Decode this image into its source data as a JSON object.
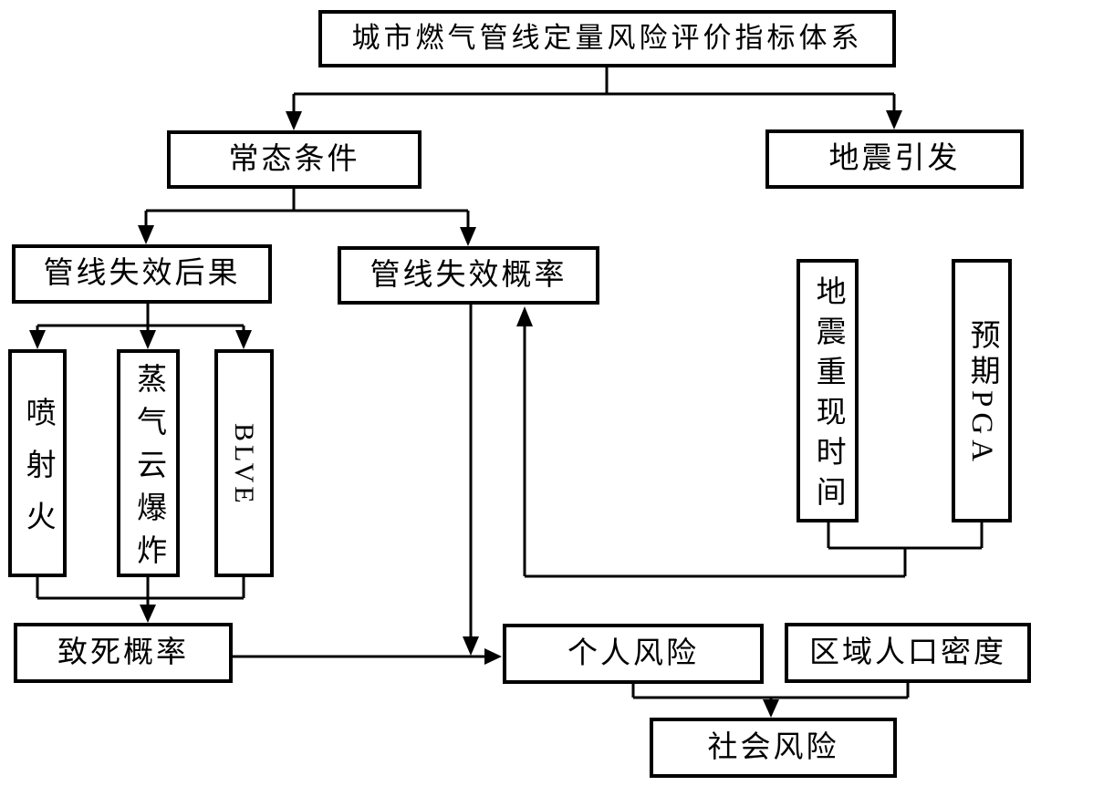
{
  "diagram": {
    "title": "城市燃气管线定量风险评价指标体系",
    "nodes": {
      "normal_condition": "常态条件",
      "earthquake_induced": "地震引发",
      "failure_consequence": "管线失效后果",
      "failure_probability": "管线失效概率",
      "jet_fire": "喷射火",
      "vapor_cloud_explosion": "蒸气云爆炸",
      "blve": "BLVE",
      "earthquake_recurrence_time": "地震重现时间",
      "expected_pga": "预期PGA",
      "fatality_probability": "致死概率",
      "individual_risk": "个人风险",
      "regional_population_density": "区域人口密度",
      "societal_risk": "社会风险"
    },
    "colors": {
      "line": "#000000",
      "text": "#000000",
      "background": "#ffffff"
    }
  }
}
